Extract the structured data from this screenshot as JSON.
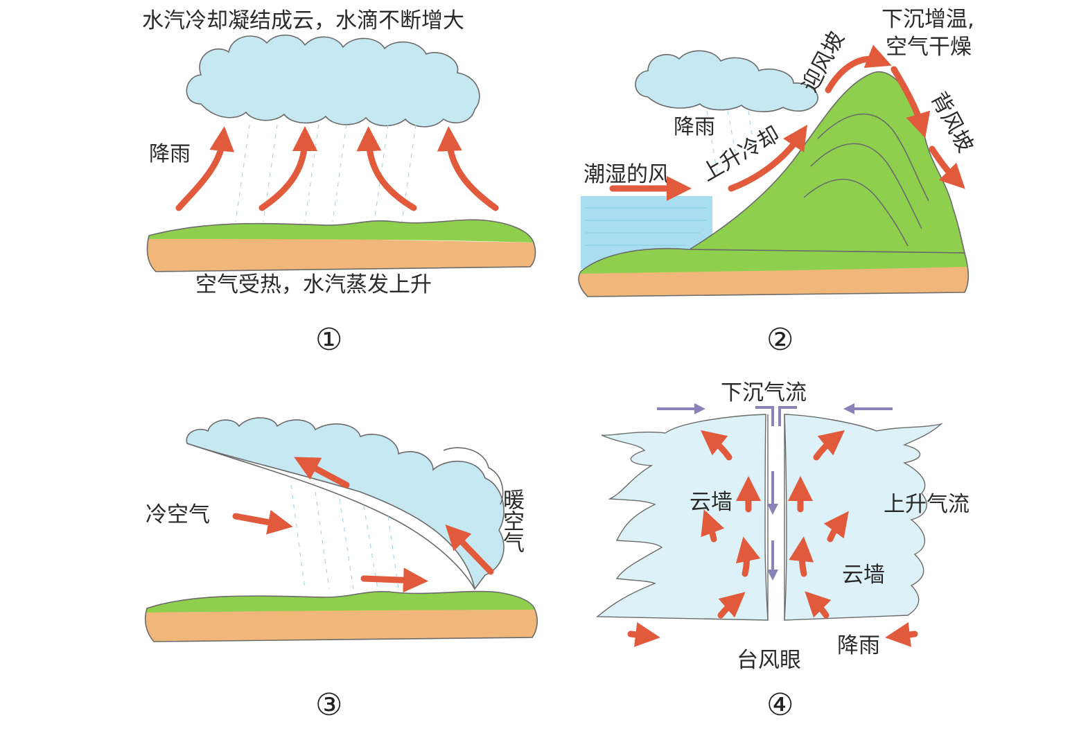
{
  "panel1": {
    "top_label": "水汽冷却凝结成云，水滴不断增大",
    "rain_label": "降雨",
    "bottom_label": "空气受热，水汽蒸发上升",
    "number": "①"
  },
  "panel2": {
    "rain_label": "降雨",
    "windward_label": "迎风坡",
    "descend_label_1": "下沉增温,",
    "descend_label_2": "空气干燥",
    "leeward_label": "背风坡",
    "moist_wind_label": "潮湿的风",
    "rise_cool_label": "上升冷却",
    "number": "②"
  },
  "panel3": {
    "cold_air_label": "冷空气",
    "warm_air_label": "暖空气",
    "number": "③"
  },
  "panel4": {
    "downdraft_label": "下沉气流",
    "cloud_wall_label_1": "云墙",
    "updraft_label": "上升气流",
    "cloud_wall_label_2": "云墙",
    "rain_label": "降雨",
    "eye_label": "台风眼",
    "number": "④"
  },
  "colors": {
    "cloud": "#c6e8f2",
    "grass": "#8fcf4e",
    "soil": "#f1b77a",
    "arrow": "#e25a3c",
    "sea": "#a9def0",
    "downdraft": "#8a83b8"
  }
}
